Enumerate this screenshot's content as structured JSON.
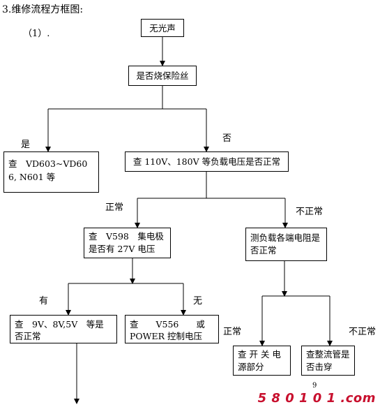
{
  "heading": "3.维修流程方框图:",
  "subheading": "（1）.",
  "nodes": {
    "no_light": "无光声",
    "fuse_blown": "是否烧保险丝",
    "check_vd": "查　VD603~VD606, N601 等",
    "check_load": "查 110V、180V 等负载电压是否正常",
    "check_v598": "查　V598　集电极是否有 27V 电压",
    "measure_res": "测负载各端电阻是否正常",
    "check_9v": "查　9V、8V,5V　等是否正常",
    "check_v556": "查　　V556　　或 POWER 控制电压",
    "check_switch": "查 开 关 电 源部分",
    "check_rectifier": "查整流管是否击穿"
  },
  "edge_labels": {
    "yes": "是",
    "no": "否",
    "normal_left": "正常",
    "abnormal_right": "不正常",
    "has": "有",
    "none": "无",
    "normal_bottom": "正常",
    "abnormal_bottom": "不正常"
  },
  "page_number": "9",
  "watermark": "5 8 0 1 0 1 .com"
}
